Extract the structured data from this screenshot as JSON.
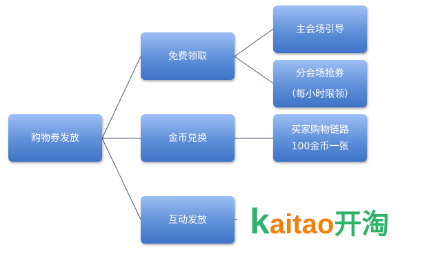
{
  "root": {
    "label": "购物券发放"
  },
  "level1": [
    {
      "label": "免费领取"
    },
    {
      "label": "金币兑换"
    },
    {
      "label": "互动发放"
    }
  ],
  "level2": [
    {
      "lines": [
        "主会场引导"
      ]
    },
    {
      "lines": [
        "分会场抢券",
        "（每小时限领）"
      ]
    },
    {
      "lines": [
        "买家购物链路",
        "100金币一张"
      ]
    }
  ],
  "watermark": {
    "latin_k": "k",
    "latin_rest": "aitao",
    "chinese": "开淘"
  },
  "colors": {
    "node": "#5f8fd8",
    "line": "#4a5a7a",
    "wm_green": "#2fb36a",
    "wm_orange": "#f57f0c"
  }
}
